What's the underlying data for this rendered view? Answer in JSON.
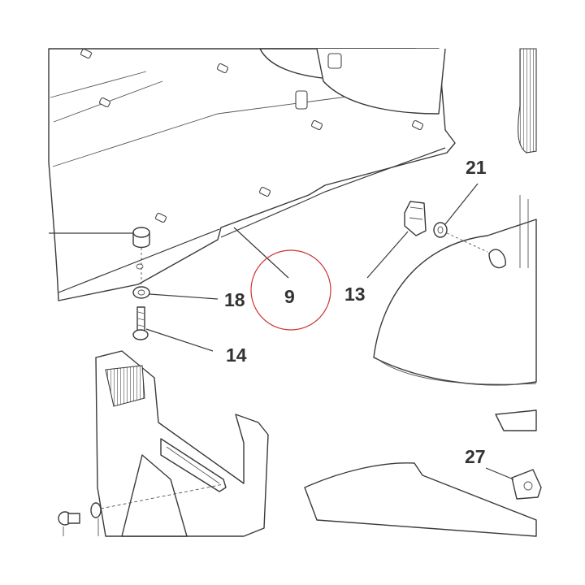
{
  "diagram": {
    "callouts": [
      {
        "id": "21",
        "label": "21"
      },
      {
        "id": "13",
        "label": "13"
      },
      {
        "id": "9",
        "label": "9"
      },
      {
        "id": "18",
        "label": "18"
      },
      {
        "id": "14",
        "label": "14"
      },
      {
        "id": "27",
        "label": "27"
      }
    ],
    "highlight": {
      "target": "9",
      "color": "#cc3333"
    },
    "colors": {
      "line": "#3a3a3a",
      "label": "#333333",
      "background": "#ffffff"
    }
  }
}
